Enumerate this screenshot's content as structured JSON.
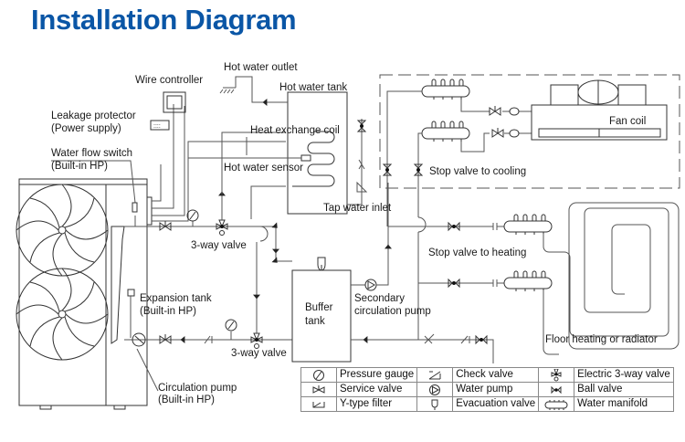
{
  "title": "Installation Diagram",
  "colors": {
    "title": "#0a56a6",
    "line": "#555555",
    "text": "#1a1a1a"
  },
  "labels": {
    "wire_controller": "Wire controller",
    "hot_water_outlet": "Hot water outlet",
    "hot_water_tank": "Hot water tank",
    "leakage_protector_1": "Leakage protector",
    "leakage_protector_2": "(Power supply)",
    "water_flow_switch_1": "Water flow switch",
    "water_flow_switch_2": "(Built-in HP)",
    "heat_exchange_coil": "Heat exchange coil",
    "hot_water_sensor": "Hot water sensor",
    "tap_water_inlet": "Tap water inlet",
    "three_way_valve_top": "3-way valve",
    "three_way_valve_bottom": "3-way valve",
    "expansion_tank_1": "Expansion tank",
    "expansion_tank_2": "(Built-in HP)",
    "circulation_pump_1": "Circulation pump",
    "circulation_pump_2": "(Built-in HP)",
    "buffer_tank_1": "Buffer",
    "buffer_tank_2": "tank",
    "secondary_pump_1": "Secondary",
    "secondary_pump_2": "circulation pump",
    "fan_coil": "Fan coil",
    "stop_valve_cooling": "Stop valve to cooling",
    "stop_valve_heating": "Stop valve to heating",
    "floor_heating": "Floor heating or radiator"
  },
  "legend": {
    "rows": [
      [
        {
          "icon": "pressure-gauge-icon",
          "label": "Pressure gauge"
        },
        {
          "icon": "check-valve-icon",
          "label": "Check valve"
        },
        {
          "icon": "electric-3-way-valve-icon",
          "label": "Electric 3-way valve"
        }
      ],
      [
        {
          "icon": "service-valve-icon",
          "label": "Service valve"
        },
        {
          "icon": "water-pump-icon",
          "label": "Water pump"
        },
        {
          "icon": "ball-valve-icon",
          "label": "Ball valve"
        }
      ],
      [
        {
          "icon": "y-type-filter-icon",
          "label": "Y-type filter"
        },
        {
          "icon": "evacuation-valve-icon",
          "label": "Evacuation valve"
        },
        {
          "icon": "water-manifold-icon",
          "label": "Water manifold"
        }
      ]
    ]
  }
}
